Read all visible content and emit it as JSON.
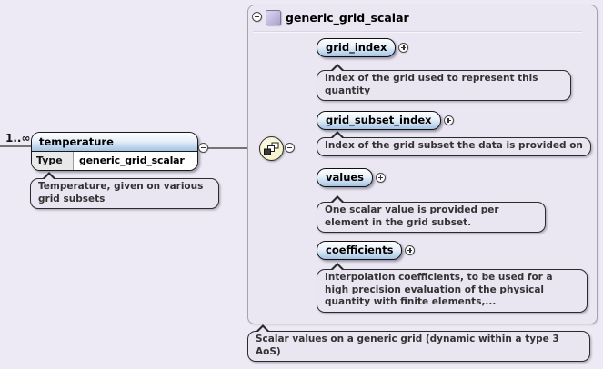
{
  "schema": {
    "cardinality": "1..∞",
    "root": {
      "name": "temperature",
      "type_label": "Type",
      "type_value": "generic_grid_scalar",
      "annotation": "Temperature, given on various grid subsets"
    },
    "container": {
      "title": "generic_grid_scalar",
      "annotation": "Scalar values on a generic grid (dynamic within a type 3 AoS)"
    },
    "children": [
      {
        "name": "grid_index",
        "annotation": "Index of the grid used to represent this quantity"
      },
      {
        "name": "grid_subset_index",
        "annotation": "Index of the grid subset the data is provided on"
      },
      {
        "name": "values",
        "annotation": "One scalar value is provided per element in the grid subset."
      },
      {
        "name": "coefficients",
        "annotation": "Interpolation coefficients, to be used for a high precision evaluation of the physical quantity with finite elements,..."
      }
    ],
    "icons": {
      "collapse": "minus-circle",
      "expand": "plus-circle",
      "compositor": "all-compositor"
    },
    "colors": {
      "background": "#edeaf5",
      "element_gradient_bottom": "#a5c3e2",
      "compositor_fill": "#f3f1c2",
      "container_border": "#a6a3ae",
      "bubble_fill": "#e9e6f2",
      "type_icon_purple": "#aba3d0"
    }
  }
}
